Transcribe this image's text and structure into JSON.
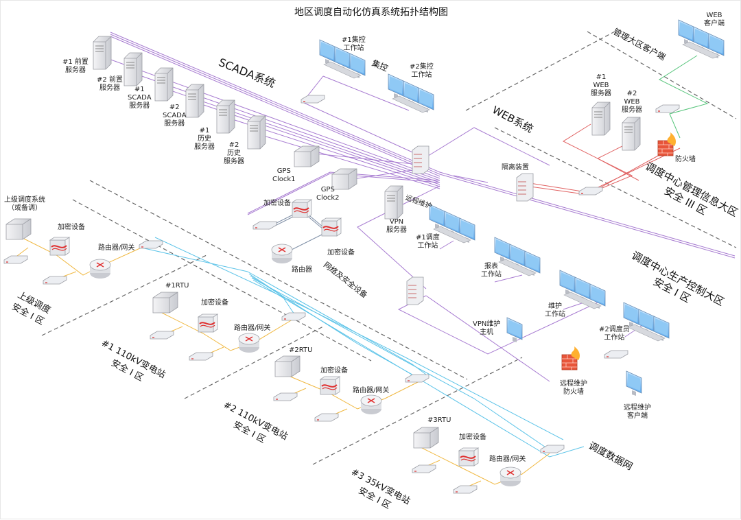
{
  "title": "地区调度自动化仿真系统拓扑结构图",
  "zones": {
    "scada": "SCADA系统",
    "jikong": "集控",
    "web": "WEB系统",
    "mgmt_client": "管理大区客户端",
    "mgmt_area": "调度中心管理信息大区\n安全 III 区",
    "prod_area": "调度中心生产控制大区\n安全 I 区",
    "upper": "上级调度\n安全 I 区",
    "sub1": "#1 110kV变电站\n安全 I 区",
    "sub2": "#2 110kV变电站\n安全 I 区",
    "sub3": "#3 35kV变电站\n安全 I 区",
    "dispatch_net": "调度数据网",
    "net_security": "网络及安全设备"
  },
  "labels": {
    "fe1": "#1 前置\n服务器",
    "fe2": "#2 前置\n服务器",
    "scada1": "#1\nSCADA\n服务器",
    "scada2": "#2\nSCADA\n服务器",
    "hist1": "#1\n历史\n服务器",
    "hist2": "#2\n历史\n服务器",
    "gps1": "GPS\nClock1",
    "gps2": "GPS\nClock2",
    "jk1": "#1集控\n工作站",
    "jk2": "#2集控\n工作站",
    "web_client": "WEB\n客户端",
    "web1": "#1\nWEB\n服务器",
    "web2": "#2\nWEB\n服务器",
    "firewall": "防火墙",
    "isolation": "隔离装置",
    "remote_maint": "远程维护",
    "vpn_server": "VPN\n服务器",
    "dd1": "#1调度\n工作站",
    "report": "报表\n工作站",
    "maint": "维护\n工作站",
    "dd2": "#2调度员\n工作站",
    "vpn_host": "VPN维护\n主机",
    "remote_fw": "远程维护\n防火墙",
    "remote_client": "远程维护\n客户端",
    "enc_main": "加密设备",
    "enc_main2": "加密设备",
    "router_main": "路由器",
    "upper_sys": "上级调度系统\n（或备调）",
    "enc_upper": "加密设备",
    "router_upper": "路由器/网关",
    "rtu1": "#1RTU",
    "enc1": "加密设备",
    "router1": "路由器/网关",
    "rtu2": "#2RTU",
    "enc2": "加密设备",
    "router2": "路由器/网关",
    "rtu3": "#3RTU",
    "enc3": "加密设备",
    "router3": "路由器/网关"
  },
  "colors": {
    "purple": "#a77bd1",
    "red": "#e06060",
    "green": "#55c47a",
    "blue": "#5bc3e8",
    "orange": "#f0b840",
    "gray": "#8896a8",
    "dash": "#666666"
  }
}
